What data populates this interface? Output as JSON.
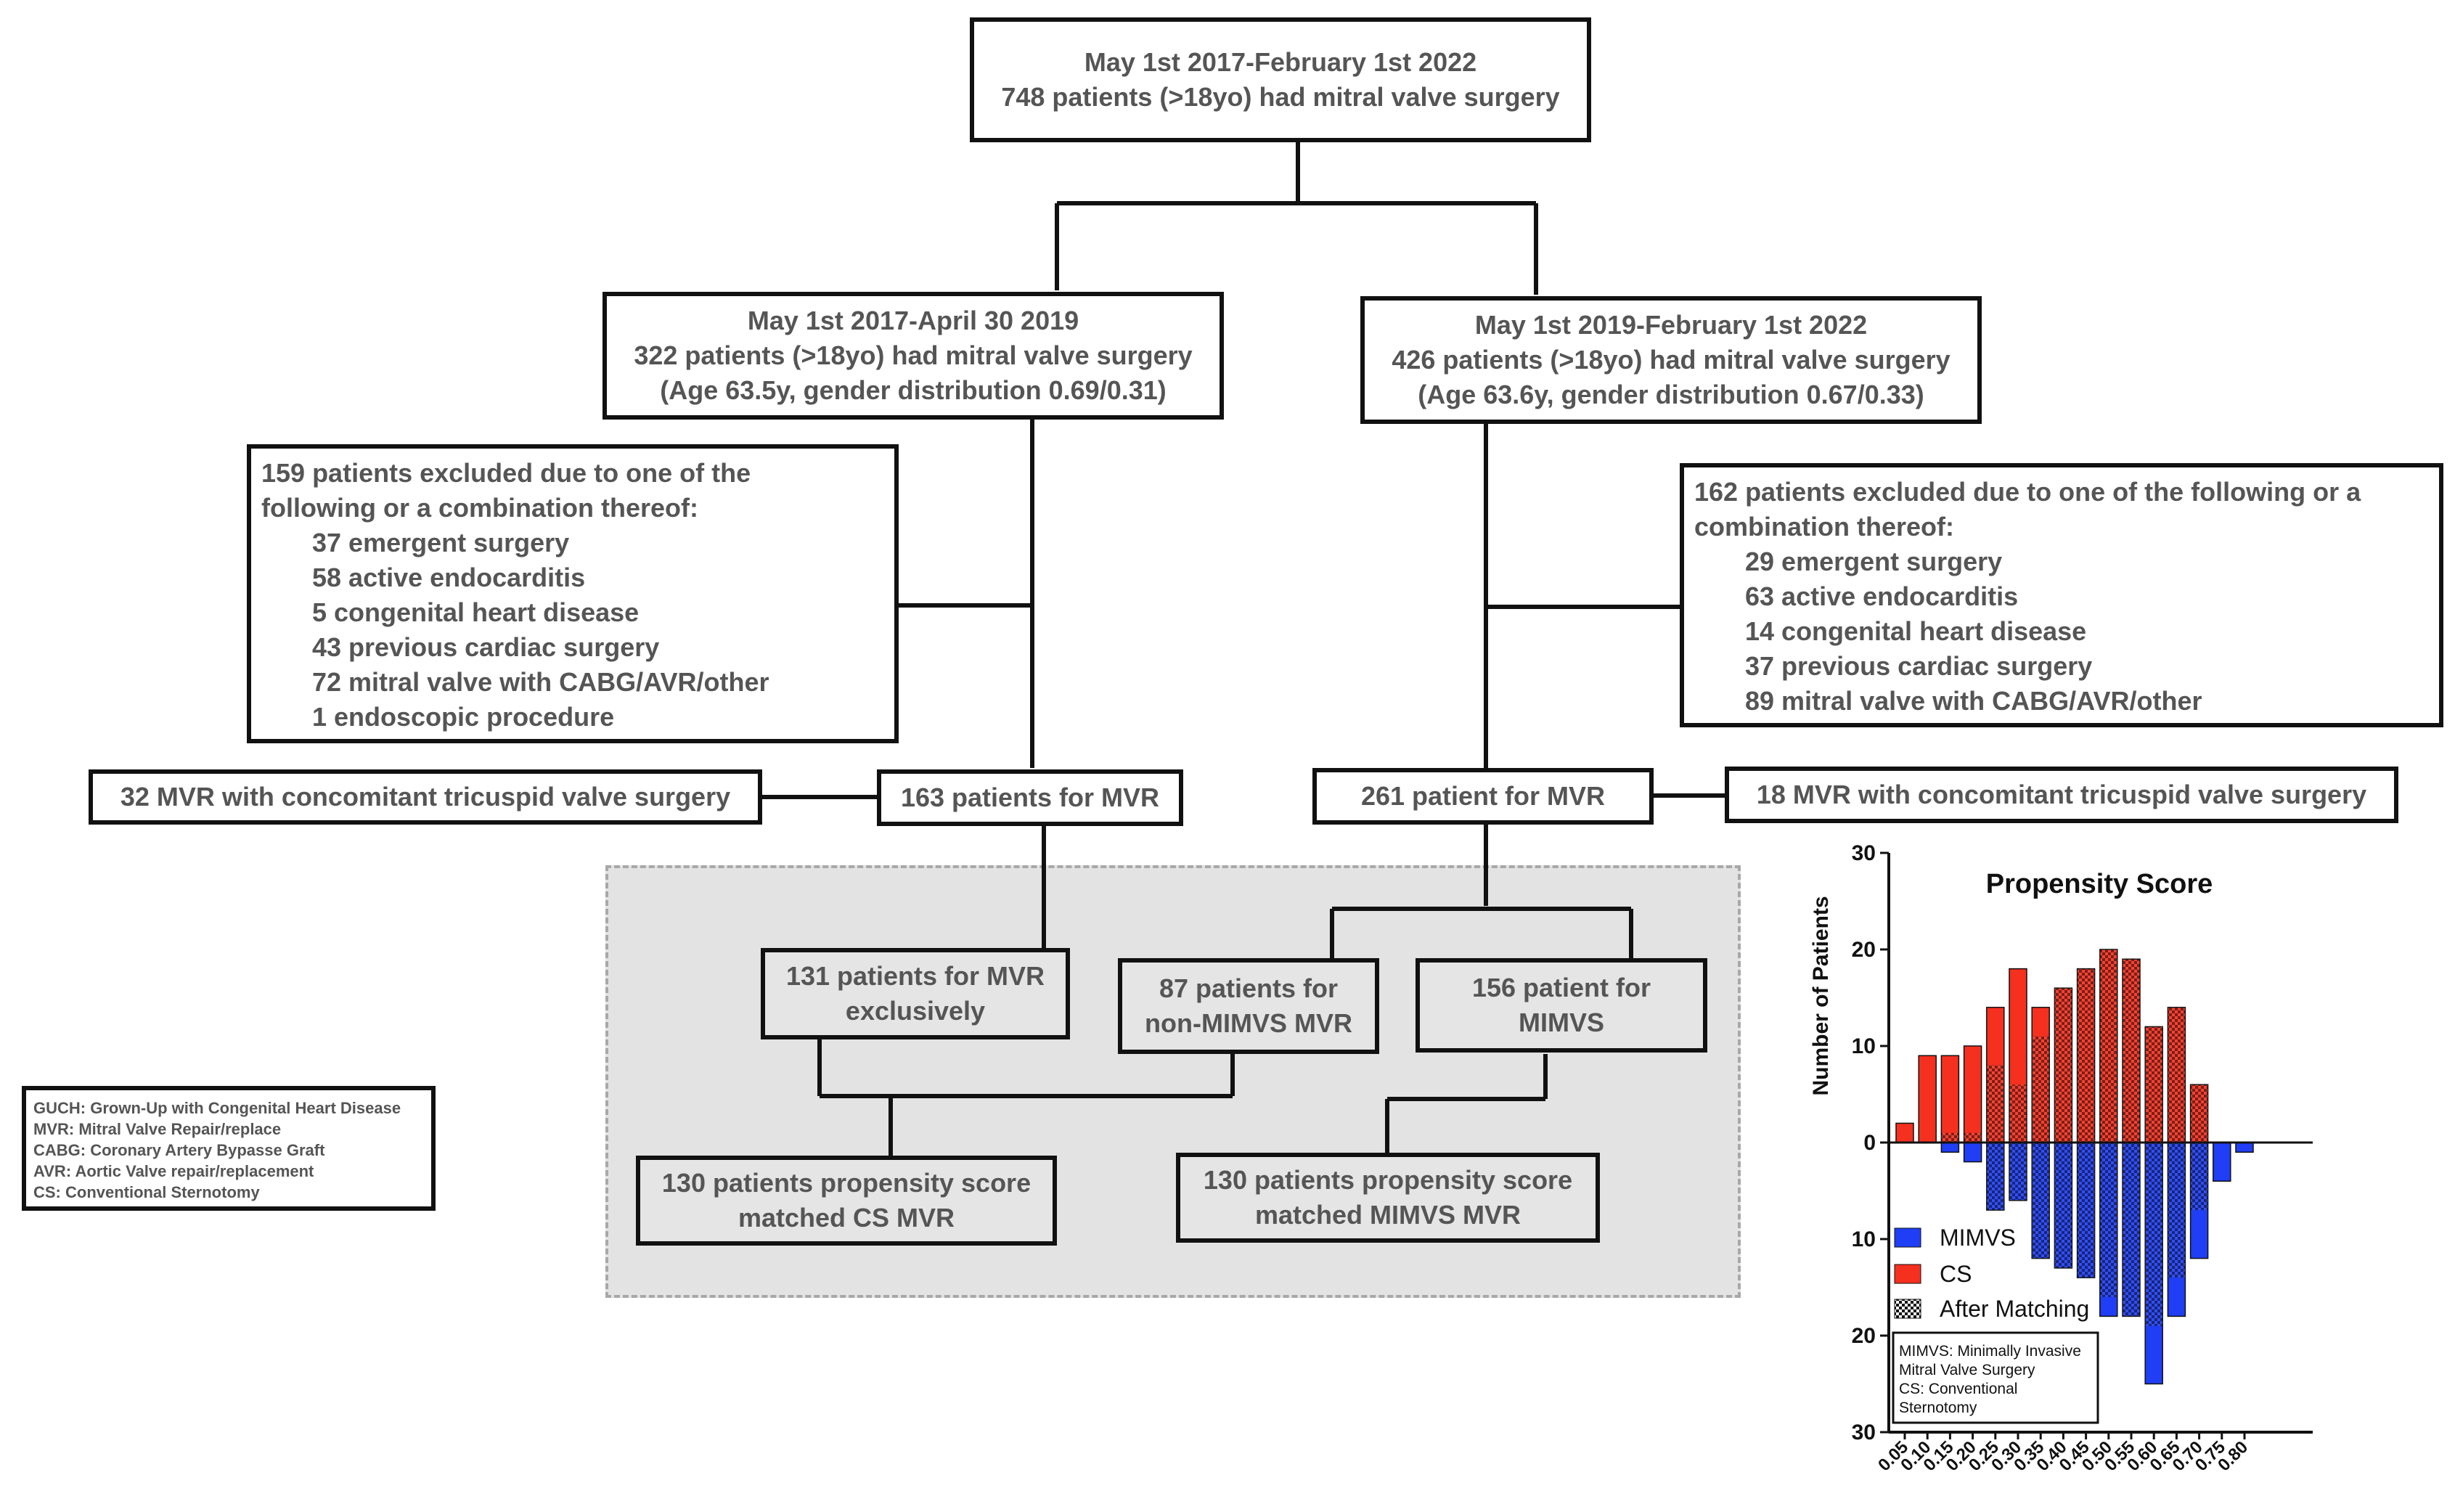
{
  "flow": {
    "top": {
      "line1": "May 1st 2017-February 1st 2022",
      "line2": "748 patients (>18yo) had mitral valve surgery"
    },
    "left_period": {
      "line1": "May 1st 2017-April 30 2019",
      "line2": "322 patients (>18yo) had mitral valve surgery",
      "line3": "(Age 63.5y, gender distribution 0.69/0.31)"
    },
    "right_period": {
      "line1": "May 1st 2019-February 1st 2022",
      "line2": "426 patients (>18yo) had mitral valve surgery",
      "line3": "(Age 63.6y, gender distribution 0.67/0.33)"
    },
    "left_excluded": {
      "head1": "159 patients excluded due to one of the",
      "head2": "following or a combination thereof:",
      "items": [
        "37 emergent surgery",
        "58 active endocarditis",
        "5 congenital heart disease",
        "43 previous cardiac surgery",
        "72 mitral valve with CABG/AVR/other",
        "1 endoscopic procedure"
      ]
    },
    "right_excluded": {
      "head1": "162 patients excluded due to one of the following or a",
      "head2": "combination thereof:",
      "items": [
        "29 emergent surgery",
        "63 active endocarditis",
        "14 congenital heart disease",
        "37 previous cardiac surgery",
        "89 mitral valve with CABG/AVR/other"
      ]
    },
    "left_tricuspid": "32 MVR with concomitant tricuspid valve surgery",
    "left_mvr": "163 patients for MVR",
    "right_mvr": "261 patient for MVR",
    "right_tricuspid": "18 MVR with concomitant tricuspid valve surgery",
    "mvr_exclusive": {
      "line1": "131 patients for MVR",
      "line2": "exclusively"
    },
    "non_mimvs": {
      "line1": "87 patients for",
      "line2": "non-MIMVS MVR"
    },
    "mimvs": {
      "line1": "156 patient for",
      "line2": "MIMVS"
    },
    "matched_cs": {
      "line1": "130 patients propensity score",
      "line2": "matched CS MVR"
    },
    "matched_mimvs": {
      "line1": "130 patients propensity score",
      "line2": "matched MIMVS MVR"
    }
  },
  "abbreviations": [
    "GUCH: Grown-Up with Congenital Heart Disease",
    "MVR: Mitral Valve Repair/replace",
    "CABG: Coronary Artery Bypasse Graft",
    "AVR: Aortic Valve repair/replacement",
    "CS: Conventional Sternotomy"
  ],
  "colors": {
    "mimvs": "#1f3ef5",
    "cs": "#f5301f",
    "border": "#111111",
    "text": "#555555",
    "region_fill": "#e3e3e3"
  },
  "chart_data": {
    "type": "bar",
    "title": "Propensity Score",
    "ylabel": "Number of Patients",
    "xlabel": "",
    "categories": [
      "0.05",
      "0.10",
      "0.15",
      "0.20",
      "0.25",
      "0.30",
      "0.35",
      "0.40",
      "0.45",
      "0.50",
      "0.55",
      "0.60",
      "0.65",
      "0.70",
      "0.75",
      "0.80"
    ],
    "ylim": [
      -30,
      30
    ],
    "yticks": [
      30,
      20,
      10,
      0,
      10,
      20,
      30
    ],
    "series": [
      {
        "name": "CS",
        "direction": "up",
        "color": "#f5301f",
        "values": [
          2,
          9,
          9,
          10,
          14,
          18,
          14,
          16,
          18,
          20,
          19,
          12,
          14,
          6,
          0,
          0
        ]
      },
      {
        "name": "MIMVS",
        "direction": "down",
        "color": "#1f3ef5",
        "values": [
          0,
          0,
          1,
          2,
          7,
          6,
          12,
          13,
          14,
          18,
          18,
          25,
          18,
          12,
          4,
          1
        ]
      },
      {
        "name": "After Matching",
        "pattern": "checkerboard",
        "cs_values": [
          0,
          0,
          1,
          1,
          8,
          6,
          11,
          16,
          18,
          20,
          19,
          12,
          14,
          6,
          0,
          0
        ],
        "mimvs_values": [
          0,
          0,
          0,
          0,
          7,
          6,
          12,
          13,
          14,
          16,
          18,
          19,
          14,
          7,
          0,
          0
        ]
      }
    ],
    "legend": {
      "position": "bottom-left",
      "entries": [
        "MIMVS",
        "CS",
        "After Matching"
      ]
    },
    "note": [
      "MIMVS: Minimally Invasive",
      "Mitral Valve Surgery",
      "CS: Conventional",
      "Sternotomy"
    ],
    "grid": false
  }
}
